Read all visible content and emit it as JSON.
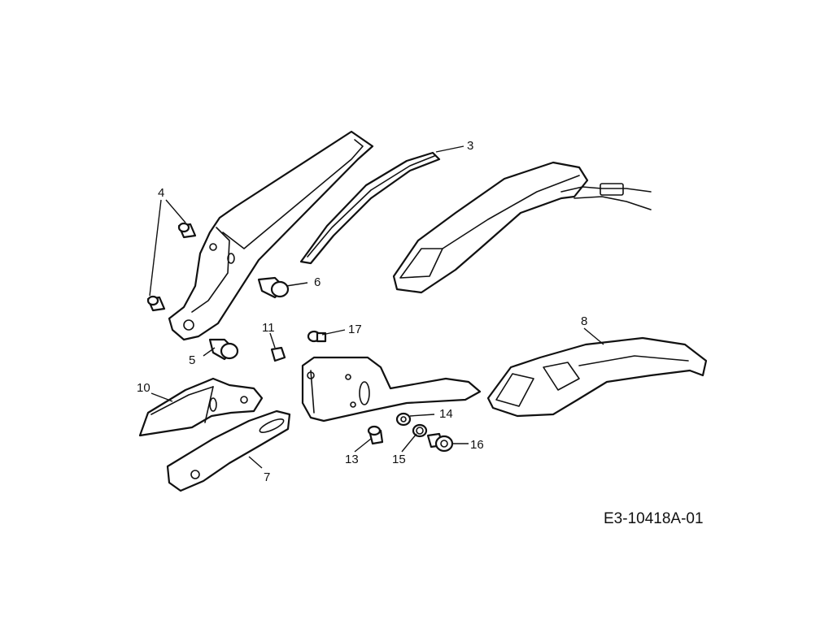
{
  "drawing_number": "E3-10418A-01",
  "callouts": {
    "c3": "3",
    "c4": "4",
    "c5": "5",
    "c6": "6",
    "c7": "7",
    "c8": "8",
    "c10": "10",
    "c11": "11",
    "c13": "13",
    "c14": "14",
    "c15": "15",
    "c16": "16",
    "c17": "17"
  }
}
